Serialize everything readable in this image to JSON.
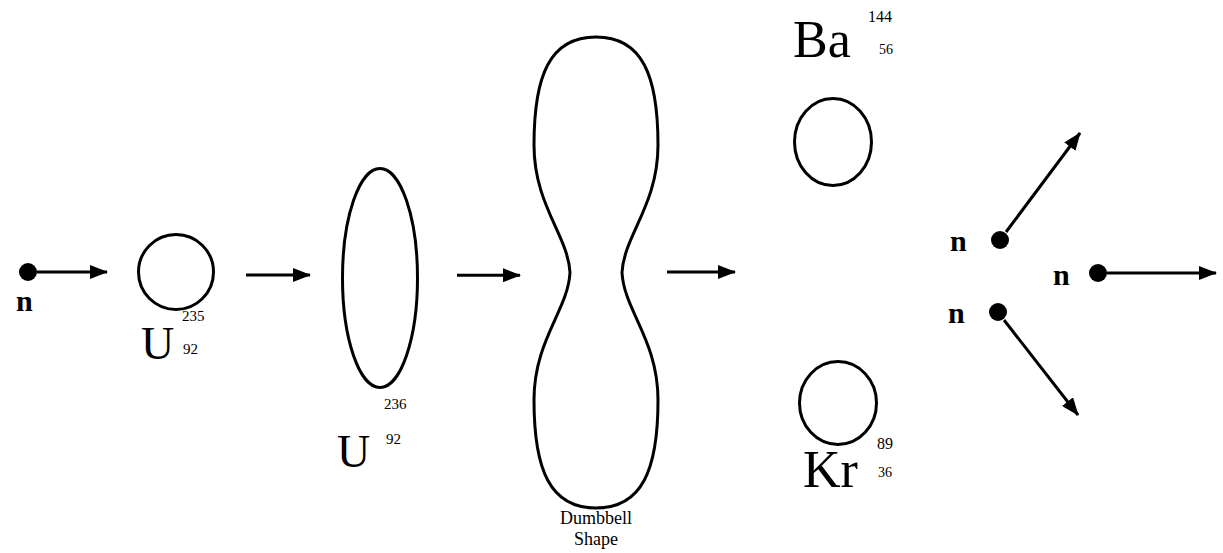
{
  "diagram": {
    "nodes": [
      {
        "text": [
          "n"
        ]
      },
      {
        "text": [
          "U",
          "235",
          "92"
        ]
      },
      {
        "text": [
          "U",
          "236",
          "92"
        ]
      },
      {
        "text": [
          "Dumbbell Shape"
        ]
      },
      {
        "text": [
          "Ba",
          "144",
          "56"
        ]
      },
      {
        "text": [
          "Kr",
          "89",
          "36"
        ]
      },
      {
        "text": [
          "n"
        ]
      },
      {
        "text": [
          "n"
        ]
      },
      {
        "text": [
          "n"
        ]
      }
    ],
    "edges": [
      {
        "from": 0,
        "to": 1,
        "arrow": "to"
      },
      {
        "from": 1,
        "to": 2,
        "arrow": "to"
      },
      {
        "from": 2,
        "to": 3,
        "arrow": "to"
      }
    ]
  }
}
